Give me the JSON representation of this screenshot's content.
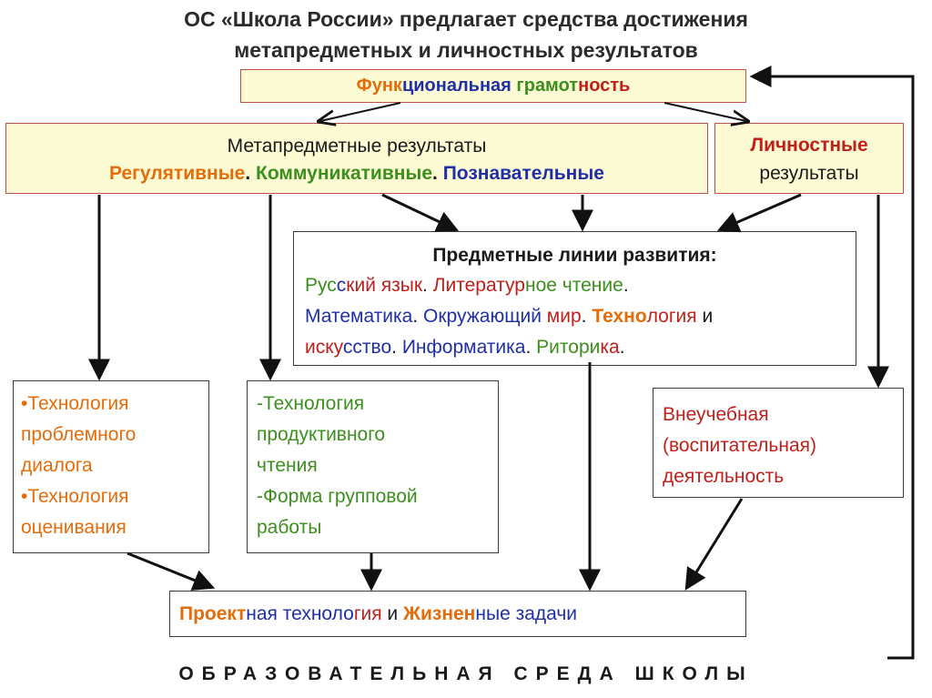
{
  "title": {
    "line1": "ОС «Школа России» предлагает средства достижения",
    "line2": "метапредметных и личностных результатов"
  },
  "functional": [
    {
      "t": "Функ",
      "c": "o"
    },
    {
      "t": "циональная ",
      "c": "b"
    },
    {
      "t": "грамот",
      "c": "g"
    },
    {
      "t": "ность",
      "c": "r"
    }
  ],
  "meta": {
    "line1": "Метапредметные результаты",
    "line2": [
      {
        "t": "Регулятивные",
        "c": "o"
      },
      {
        "t": ". ",
        "c": "k"
      },
      {
        "t": "Коммуникативные",
        "c": "g"
      },
      {
        "t": ". ",
        "c": "k"
      },
      {
        "t": "Познавательные",
        "c": "b"
      }
    ]
  },
  "personal": {
    "line1": "Личностные",
    "line2": "результаты"
  },
  "subject": {
    "header": "Предметные линии развития:",
    "lines": [
      [
        {
          "t": "Рус",
          "c": "g"
        },
        {
          "t": "с",
          "c": "b"
        },
        {
          "t": "кий язык",
          "c": "r"
        },
        {
          "t": ". ",
          "c": "k"
        },
        {
          "t": "Литератур",
          "c": "r"
        },
        {
          "t": "ное чтение",
          "c": "g"
        },
        {
          "t": ".",
          "c": "k"
        }
      ],
      [
        {
          "t": "Математика",
          "c": "b"
        },
        {
          "t": ". ",
          "c": "k"
        },
        {
          "t": "Окружающий ",
          "c": "b"
        },
        {
          "t": "мир",
          "c": "r"
        },
        {
          "t": ". ",
          "c": "k"
        },
        {
          "t": "Техно",
          "c": "ob"
        },
        {
          "t": "логия",
          "c": "r"
        },
        {
          "t": " и",
          "c": "k"
        }
      ],
      [
        {
          "t": "иску",
          "c": "r"
        },
        {
          "t": "сство",
          "c": "b"
        },
        {
          "t": ". ",
          "c": "k"
        },
        {
          "t": "Информатика",
          "c": "b"
        },
        {
          "t": ". ",
          "c": "k"
        },
        {
          "t": "Ритори",
          "c": "g"
        },
        {
          "t": "ка",
          "c": "r"
        },
        {
          "t": ".",
          "c": "k"
        }
      ]
    ]
  },
  "tech1": {
    "lines": [
      "•Технология",
      "проблемного",
      "диалога",
      "•Технология",
      "оценивания"
    ]
  },
  "tech2": {
    "lines": [
      "-Технология",
      "продуктивного",
      "чтения",
      "-Форма групповой",
      "работы"
    ]
  },
  "extra": {
    "lines": [
      "Внеучебная",
      "(воспитательная)",
      "деятельность"
    ]
  },
  "project": [
    {
      "t": "Проект",
      "c": "ob"
    },
    {
      "t": "ная ",
      "c": "b"
    },
    {
      "t": "техноло",
      "c": "b"
    },
    {
      "t": "гия",
      "c": "r"
    },
    {
      "t": " и ",
      "c": "k"
    },
    {
      "t": "Жизнен",
      "c": "ob"
    },
    {
      "t": "ные задачи",
      "c": "b"
    }
  ],
  "footer": "ОБРАЗОВАТЕЛЬНАЯ СРЕДА ШКОЛЫ",
  "colors": {
    "orange": "#e46c0a",
    "red": "#c0201c",
    "green": "#3c8f1e",
    "blue": "#1f2fa8",
    "box_fill": "#fdfbd3"
  }
}
